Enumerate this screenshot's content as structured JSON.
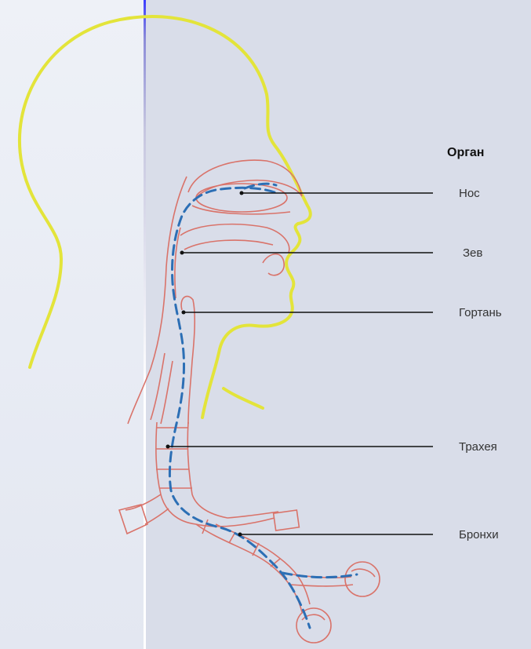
{
  "header": {
    "title": "Орган"
  },
  "organs": [
    {
      "id": "nose",
      "label": "Нос"
    },
    {
      "id": "pharynx",
      "label": "Зев"
    },
    {
      "id": "larynx",
      "label": "Гортань"
    },
    {
      "id": "trachea",
      "label": "Трахея"
    },
    {
      "id": "bronchi",
      "label": "Бронхи"
    }
  ],
  "colors": {
    "head_outline": "#e3e43a",
    "airway_wall": "#d9736a",
    "air_flow": "#2c6fb5",
    "leader_line": "#111111"
  },
  "icons": [
    "head-outline-icon",
    "airway-icon",
    "air-flow-icon"
  ]
}
